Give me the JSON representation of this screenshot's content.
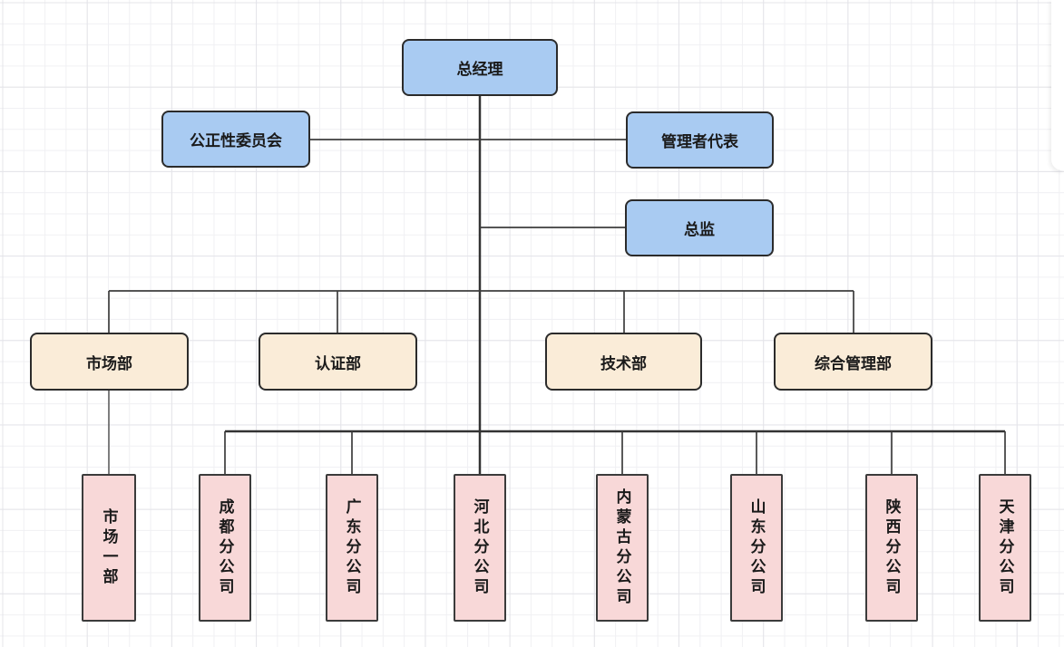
{
  "nodes": {
    "general_manager": "总经理",
    "impartiality_committee": "公正性委员会",
    "management_representative": "管理者代表",
    "director": "总监"
  },
  "departments": [
    {
      "label": "市场部"
    },
    {
      "label": "认证部"
    },
    {
      "label": "技术部"
    },
    {
      "label": "综合管理部"
    }
  ],
  "branches": [
    {
      "label": "市场一部"
    },
    {
      "label": "成都分公司"
    },
    {
      "label": "广东分公司"
    },
    {
      "label": "河北分公司"
    },
    {
      "label": "内蒙古分公司"
    },
    {
      "label": "山东分公司"
    },
    {
      "label": "陕西分公司"
    },
    {
      "label": "天津分公司"
    }
  ],
  "colors": {
    "level1_fill": "#a9cbf2",
    "level2_fill": "#faecd8",
    "level3_fill": "#f8d8d8",
    "node_border": "#2b2b2b",
    "connector": "#3d3d3d",
    "grid_minor": "#f0f0f3",
    "grid_major": "#e4e4e9",
    "background": "#ffffff"
  }
}
